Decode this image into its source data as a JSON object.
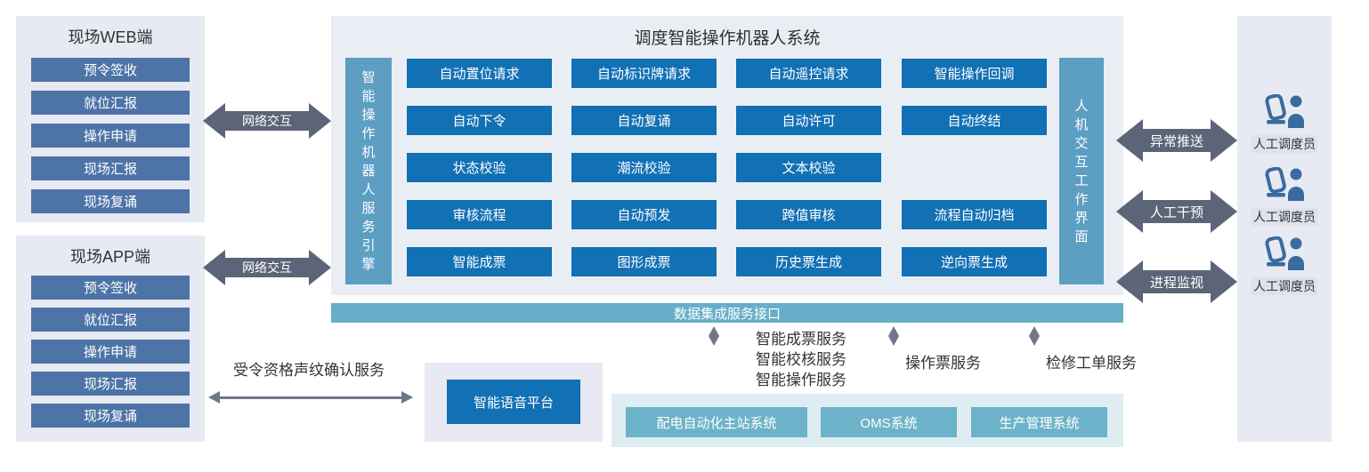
{
  "left_web_panel": {
    "title": "现场WEB端",
    "items": [
      "预令签收",
      "就位汇报",
      "操作申请",
      "现场汇报",
      "现场复诵"
    ]
  },
  "left_app_panel": {
    "title": "现场APP端",
    "items": [
      "预令签收",
      "就位汇报",
      "操作申请",
      "现场汇报",
      "现场复诵"
    ]
  },
  "network_links": {
    "web_label": "网络交互",
    "app_label": "网络交互"
  },
  "robot_system": {
    "title": "调度智能操作机器人系统",
    "engine_bar": "智能操作机器人服务引擎",
    "hmi_bar": "人机交互工作界面",
    "rows": [
      [
        "自动置位请求",
        "自动标识牌请求",
        "自动遥控请求",
        "智能操作回调"
      ],
      [
        "自动下令",
        "自动复诵",
        "自动许可",
        "自动终结"
      ],
      [
        "状态校验",
        "潮流校验",
        "文本校验"
      ],
      [
        "审核流程",
        "自动预发",
        "跨值审核",
        "流程自动归档"
      ],
      [
        "智能成票",
        "图形成票",
        "历史票生成",
        "逆向票生成"
      ]
    ]
  },
  "data_bus": {
    "label": "数据集成服务接口"
  },
  "dispatcher_links": [
    {
      "label": "异常推送"
    },
    {
      "label": "人工干预"
    },
    {
      "label": "进程监视"
    }
  ],
  "dispatchers": {
    "labels": [
      "人工调度员",
      "人工调度员",
      "人工调度员"
    ]
  },
  "voice_service": {
    "arrow_label": "受令资格声纹确认服务",
    "platform_label": "智能语音平台"
  },
  "integration_services": {
    "stacked": [
      "智能成票服务",
      "智能校核服务",
      "智能操作服务"
    ],
    "oms_label": "操作票服务",
    "pms_label": "检修工单服务"
  },
  "external_systems": {
    "items": [
      "配电自动化主站系统",
      "OMS系统",
      "生产管理系统"
    ]
  },
  "colors": {
    "primary_blue": "#1270b4",
    "slate_blue": "#4d73a7",
    "teal_bar": "#5d9ec3",
    "teal_bus": "#67aec9",
    "teal_box": "#6cb3c9",
    "arrow_gray": "#5c6577",
    "thin_arrow_gray": "#6e7787",
    "icon_blue": "#3a6ba0",
    "panel_bg": "#e7eaf2",
    "center_bg": "#e9eef4",
    "systems_bg": "#deedf2"
  }
}
